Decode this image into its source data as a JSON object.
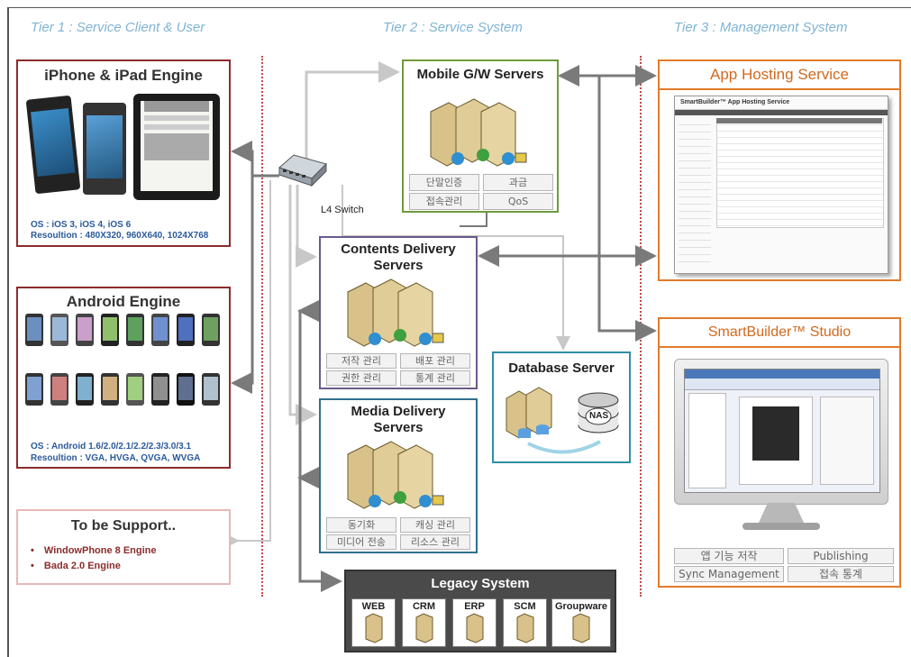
{
  "tiers": {
    "tier1": "Tier 1 : Service Client & User",
    "tier2": "Tier 2 : Service System",
    "tier3": "Tier 3 : Management System"
  },
  "colors": {
    "maroon": "#8b2c2c",
    "green": "#6f9a3c",
    "purple": "#6a5a8c",
    "teal": "#2f8fa3",
    "orange": "#e27a2a",
    "dark": "#3a3a3a",
    "arrow_dark": "#7a7a7a",
    "arrow_light": "#c8c8c8",
    "tier_text": "#7fb3d3"
  },
  "iphone": {
    "title": "iPhone & iPad Engine",
    "os": "OS : iOS 3, iOS 4, iOS 6",
    "resolution": "Resoultion : 480X320, 960X640, 1024X768"
  },
  "android": {
    "title": "Android Engine",
    "os": "OS : Android 1.6/2.0/2.1/2.2/2.3/3.0/3.1",
    "resolution": "Resoultion : VGA, HVGA, QVGA, WVGA"
  },
  "support": {
    "title": "To be Support..",
    "items": [
      "WindowPhone 8 Engine",
      "Bada 2.0 Engine"
    ]
  },
  "switch": {
    "label": "L4 Switch"
  },
  "mobile_gw": {
    "title": "Mobile G/W Servers",
    "labels": [
      "단말인증",
      "과금",
      "접속관리",
      "QoS"
    ]
  },
  "contents": {
    "title": "Contents Delivery Servers",
    "labels": [
      "저작 관리",
      "배포 관리",
      "권한 관리",
      "통계 관리"
    ]
  },
  "media": {
    "title": "Media Delivery Servers",
    "labels": [
      "동기화",
      "캐싱 관리",
      "미디어 전송",
      "리소스 관리"
    ]
  },
  "database": {
    "title": "Database Server",
    "nas": "NAS"
  },
  "legacy": {
    "title": "Legacy System",
    "items": [
      "WEB",
      "CRM",
      "ERP",
      "SCM",
      "Groupware"
    ]
  },
  "app_hosting": {
    "title": "App Hosting Service",
    "window_title": "SmartBuilder™ App Hosting Service"
  },
  "studio": {
    "title": "SmartBuilder™ Studio",
    "labels": [
      "앱 기능 저작",
      "Publishing",
      "Sync Management",
      "접속 통계"
    ]
  }
}
